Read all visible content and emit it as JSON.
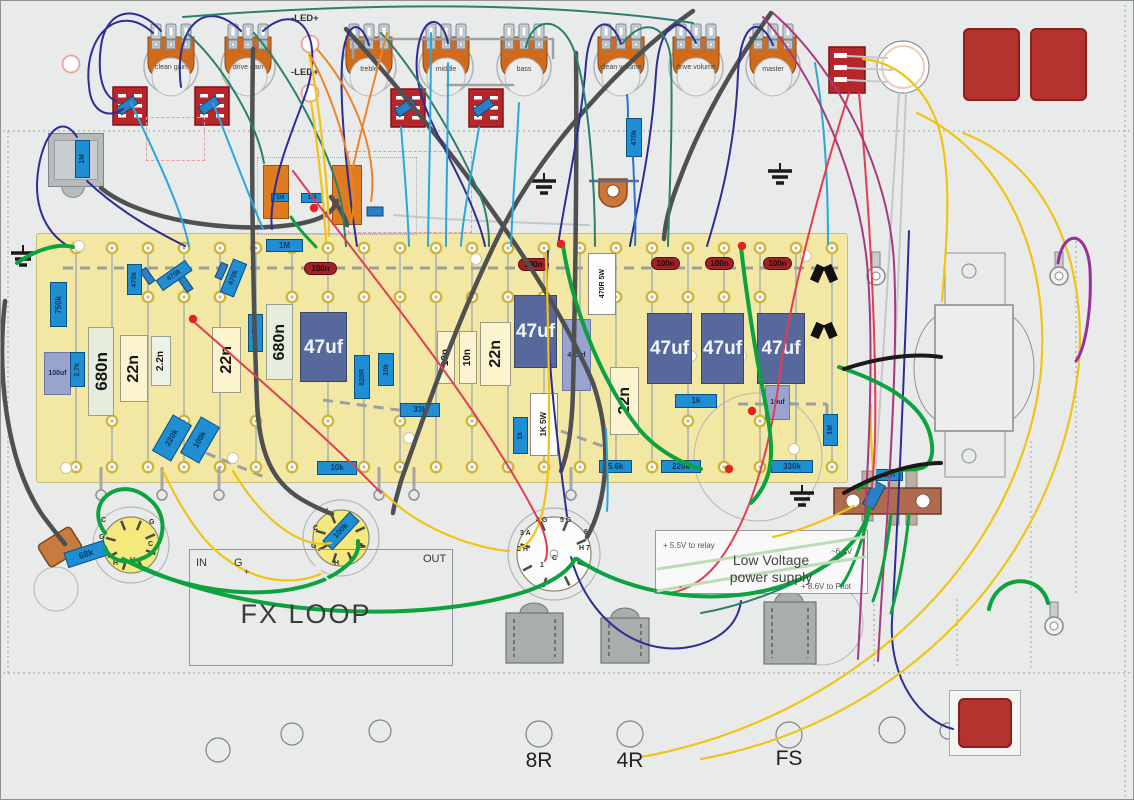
{
  "pots": [
    "clean gain",
    "drive gain",
    "treble",
    "middle",
    "bass",
    "clean volume",
    "drive volume",
    "master"
  ],
  "leds": [
    "-LED+",
    "-LED+"
  ],
  "board": {
    "values": [
      "750k",
      "470k",
      "470k",
      "470k",
      "1M",
      "100n",
      "100uf",
      "2.7k",
      "680n",
      "22n",
      "2.2n",
      "22n",
      "2.7k",
      "680n",
      "220k",
      "100k",
      "47uf",
      "820R",
      "10k",
      "33k",
      "10k",
      "10n",
      "10n",
      "22n",
      "47uf",
      "470uf",
      "1K 5W",
      "1k",
      "470R 5W",
      "22n",
      "100n",
      "100n",
      "100n",
      "100n",
      "47uf",
      "47uf",
      "47uf",
      "1k",
      "10uf",
      "1M",
      "5.6k",
      "220k",
      "330k",
      "1M",
      "68k",
      "100k",
      "470k",
      "10n",
      "1M",
      "1M"
    ]
  },
  "sockets": {
    "v1": [
      "C",
      "G",
      "G",
      "C",
      "H",
      "H"
    ],
    "v2": [
      "H",
      "C",
      "G",
      "G",
      "H",
      "H"
    ],
    "octal": [
      "3 A",
      "4 G",
      "5 G",
      "6",
      "H 7",
      "C",
      "1",
      "2 H"
    ]
  },
  "fx": {
    "title": "FX LOOP",
    "in_label": "IN",
    "g_label": "G",
    "plus": "+",
    "out_label": "OUT"
  },
  "psu": {
    "line1": "Low Voltage",
    "line2": "power supply",
    "relay": "+ 5.5V to relay",
    "ac": "~6.4V",
    "pilot": "+ 8.6V to Pilot",
    "minus": "-"
  },
  "jacks": [
    "8R",
    "4R",
    "FS"
  ],
  "colors": {
    "board": "#f3e7a4",
    "resistor_blue": "#1f8ed2",
    "electrolytic_blue": "#56689c",
    "film_cap_cream": "#fbf4cf",
    "signal_cap_red": "#9e2228",
    "wire_green": "#0ca23e",
    "wire_yellow": "#f0c413",
    "panel_red": "#b5332f",
    "pot_body_orange": "#d06b1d"
  }
}
